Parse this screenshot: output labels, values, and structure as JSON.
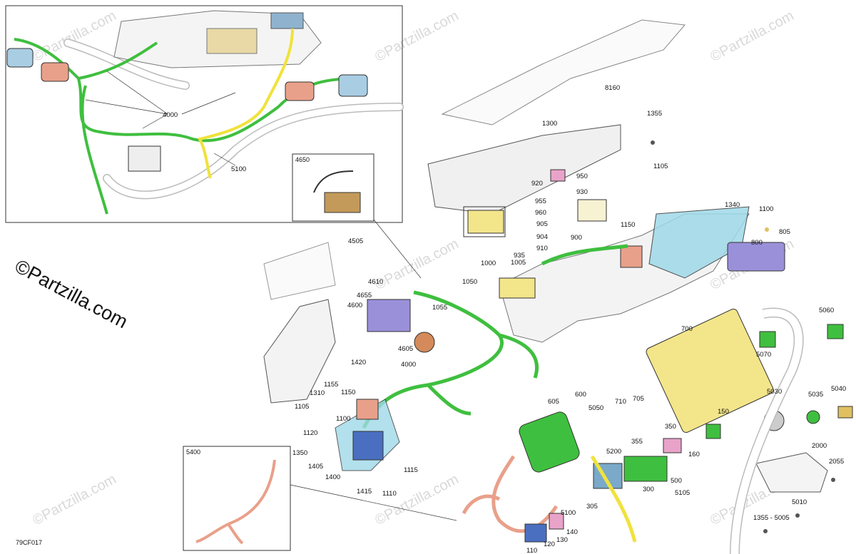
{
  "brand": "©Partzilla.com",
  "watermark": "©Partzilla.com",
  "diagram_code": "79CF017",
  "insets": [
    {
      "id": "main-inset",
      "label": ""
    },
    {
      "id": "inset-4650",
      "label": "4650"
    },
    {
      "id": "inset-5400",
      "label": "5400"
    }
  ],
  "callouts": [
    "4000",
    "5100",
    "8160",
    "1355",
    "1300",
    "950",
    "920",
    "930",
    "1105",
    "955",
    "960",
    "905",
    "904",
    "910",
    "935",
    "1005",
    "900",
    "1000",
    "1150",
    "1340",
    "1100",
    "805",
    "800",
    "4505",
    "4610",
    "4655",
    "4600",
    "1050",
    "1055",
    "4605",
    "5060",
    "700",
    "5070",
    "1420",
    "1155",
    "1150",
    "1310",
    "4000",
    "1105",
    "1120",
    "1100",
    "1350",
    "1405",
    "1400",
    "1415",
    "1110",
    "1115",
    "600",
    "605",
    "710",
    "705",
    "5030",
    "5035",
    "5040",
    "5050",
    "350",
    "355",
    "5200",
    "160",
    "150",
    "2000",
    "2055",
    "500",
    "300",
    "5105",
    "305",
    "5100",
    "140",
    "130",
    "120",
    "110",
    "5010",
    "1355 - 5005"
  ],
  "colors": {
    "harness_green": "#3fbf3f",
    "harness_yellow": "#f0e23c",
    "harness_salmon": "#e9a08a",
    "connector_blue": "#7aa9c9",
    "module_cyan": "#9fd9e8",
    "module_yellow": "#f3e58a",
    "module_purple": "#9a90d9",
    "fuse_pink": "#e9a3c9",
    "relay_tan": "#c49a5a",
    "orange_part": "#d48a5a",
    "line": "#222222",
    "watermark": "#d9d9d9"
  }
}
